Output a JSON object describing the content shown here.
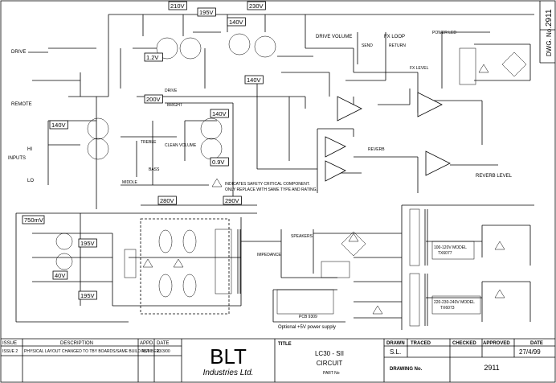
{
  "labels": {
    "drive": "DRIVE",
    "remote": "REMOTE",
    "inputs": "INPUTS",
    "hi": "HI",
    "lo": "LO",
    "drive_volume": "DRIVE VOLUME",
    "fx_loop": "FX LOOP",
    "send": "SEND",
    "return": "RETURN",
    "fx_level": "FX LEVEL",
    "bright": "BRIGHT",
    "treble": "TREBLE",
    "bass": "BASS",
    "middle": "MIDDLE",
    "clean_volume": "CLEAN VOLUME",
    "reverb": "REVERB",
    "reverb_level": "REVERB LEVEL",
    "drive_sw": "DRIVE",
    "speakers": "SPEAKERS",
    "impedance": "IMPEDANCE",
    "pcb": "PCB 9309",
    "optional_psu": "Optional +5V power supply",
    "warning_text": "INDICATES SAFETY CRITICAL COMPONENT.\nONLY REPLACE WITH SAME TYPE AND RATING.",
    "model_100": "100-120V MODEL\nTX6077",
    "model_220": "220-230-240V MODEL\nTX6073",
    "power_led": "POWER LED"
  },
  "voltages": [
    "210V",
    "230V",
    "195V",
    "140V",
    "1.2V",
    "140V",
    "200V",
    "140V",
    "140V",
    "0.9V",
    "280V",
    "290V",
    "750mV",
    "195V",
    "40V",
    "195V"
  ],
  "title_block": {
    "issue_header": "ISSUE",
    "description_header": "DESCRIPTION",
    "appd_header": "APPD.",
    "date_header": "DATE",
    "row_issue": "ISSUE 2",
    "row_description": "PHYSICAL LAYOUT CHANGED TO TBY BOARDS/SAME BUILD NUMBER",
    "row_appd": "RST",
    "row_date": "23/3/00",
    "company_name": "BLT",
    "company_sub": "Industries Ltd.",
    "title_label": "TITLE",
    "title_value": "LC30 - SII",
    "title_sub": "CIRCUIT",
    "part_no_label": "PART No",
    "drawn_label": "DRAWN",
    "traced_label": "TRACED",
    "checked_label": "CHECKED",
    "approved_label": "APPROVED",
    "date_label": "DATE",
    "drawn_value": "S.L.",
    "date_value": "27/4/99",
    "drawing_no_label": "DRAWING No.",
    "drawing_no_value": "2911",
    "dwg_label": "DWG. No.",
    "dwg_value": "2911"
  }
}
